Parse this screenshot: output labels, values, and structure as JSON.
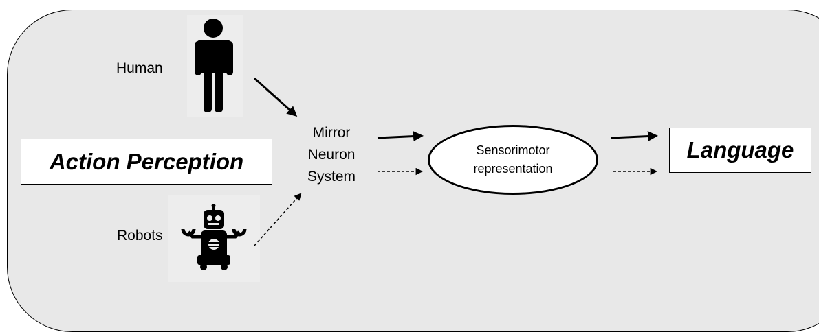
{
  "human": {
    "label": "Human",
    "icon": "person-icon"
  },
  "robots": {
    "label": "Robots",
    "icon": "robot-icon"
  },
  "mirror_neuron_system": {
    "lines": [
      "Mirror",
      "Neuron",
      "System"
    ]
  },
  "action_perception": {
    "label": "Action Perception"
  },
  "sensorimotor": {
    "line1": "Sensorimotor",
    "line2": "representation"
  },
  "language": {
    "label": "Language"
  },
  "colors": {
    "panel": "#e8e8e8",
    "stroke": "#000000",
    "box_fill": "#ffffff"
  }
}
